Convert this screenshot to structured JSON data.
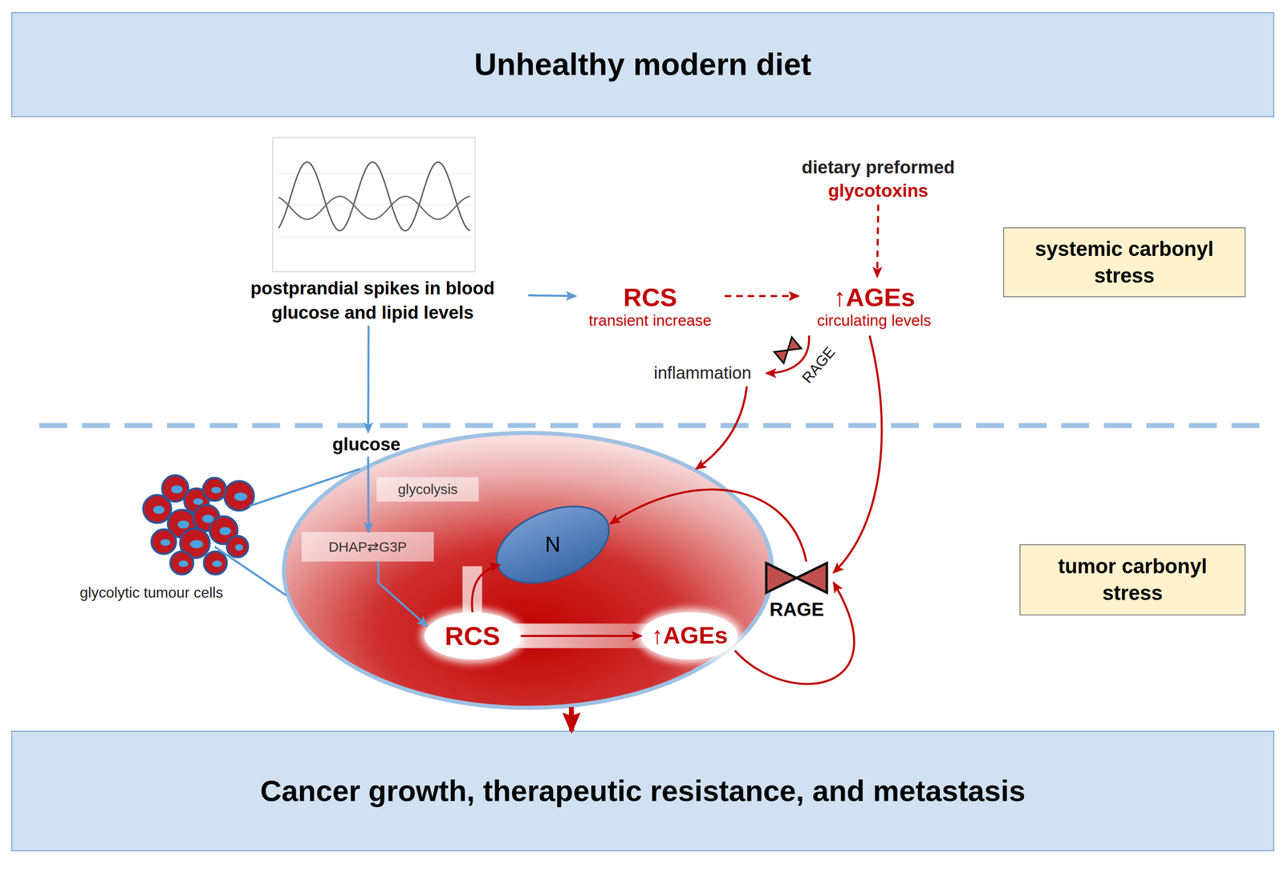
{
  "diagram": {
    "nodes": [
      {
        "text": [
          "Unhealthy modern diet"
        ]
      },
      {
        "text": [
          "dietary preformed",
          "glycotoxins"
        ]
      },
      {
        "text": [
          "systemic carbonyl stress"
        ]
      },
      {
        "text": [
          "postprandial spikes in blood glucose and lipid levels"
        ]
      },
      {
        "text": [
          "RCS",
          "transient increase"
        ]
      },
      {
        "text": [
          "↑AGEs",
          "circulating levels"
        ]
      },
      {
        "text": [
          "inflammation"
        ]
      },
      {
        "text": [
          "glucose"
        ]
      },
      {
        "text": [
          "glycolytic tumour cells"
        ]
      },
      {
        "text": []
      },
      {
        "text": [
          "glycolysis"
        ],
        "in": 9
      },
      {
        "text": [
          "DHAP⇄G3P"
        ],
        "in": 9
      },
      {
        "text": [
          "N"
        ],
        "in": 9
      },
      {
        "text": [
          "RCS"
        ],
        "in": 9
      },
      {
        "text": [
          "↑AGEs"
        ],
        "in": 9
      },
      {
        "text": [
          "RAGE"
        ]
      },
      {
        "text": [
          "tumor carbonyl stress"
        ]
      },
      {
        "text": [
          "Cancer growth, therapeutic resistance, and metastasis"
        ]
      }
    ],
    "edges": [
      {
        "from": 3,
        "to": 4,
        "arrow": "to"
      },
      {
        "from": 4,
        "to": 5,
        "arrow": "to"
      },
      {
        "from": 1,
        "to": 5,
        "arrow": "to"
      },
      {
        "from": 5,
        "to": 6,
        "label": "RAGE",
        "arrow": "to"
      },
      {
        "from": 3,
        "to": 7,
        "arrow": "to"
      },
      {
        "from": 7,
        "to": 11,
        "arrow": "to"
      },
      {
        "from": 11,
        "to": 13,
        "arrow": "to"
      },
      {
        "from": 13,
        "to": 12,
        "arrow": "to"
      },
      {
        "from": 13,
        "to": 14,
        "arrow": "to"
      },
      {
        "from": 14,
        "to": 15,
        "arrow": "to"
      },
      {
        "from": 15,
        "to": 12,
        "arrow": "to"
      },
      {
        "from": 5,
        "to": 15,
        "arrow": "to"
      },
      {
        "from": 6,
        "to": 9,
        "arrow": "to"
      },
      {
        "from": 9,
        "to": 17,
        "arrow": "to"
      },
      {
        "from": 8,
        "to": 9,
        "arrow": "none"
      }
    ]
  }
}
